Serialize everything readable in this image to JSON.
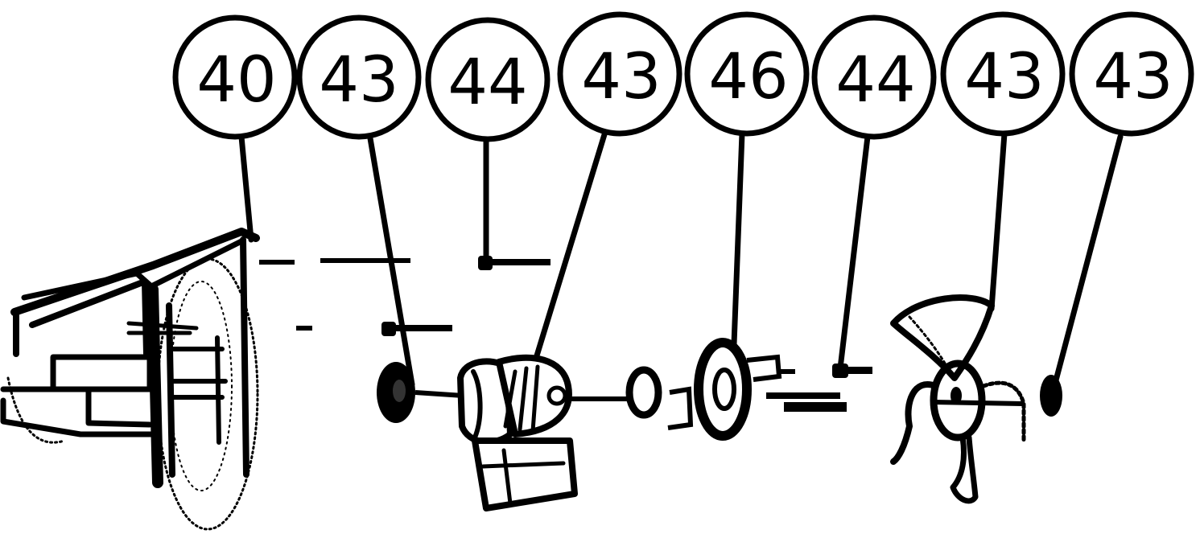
{
  "callouts": [
    {
      "label": "40"
    },
    {
      "label": "43"
    },
    {
      "label": "44"
    },
    {
      "label": "43"
    },
    {
      "label": "46"
    },
    {
      "label": "44"
    },
    {
      "label": "43"
    },
    {
      "label": "43"
    }
  ]
}
